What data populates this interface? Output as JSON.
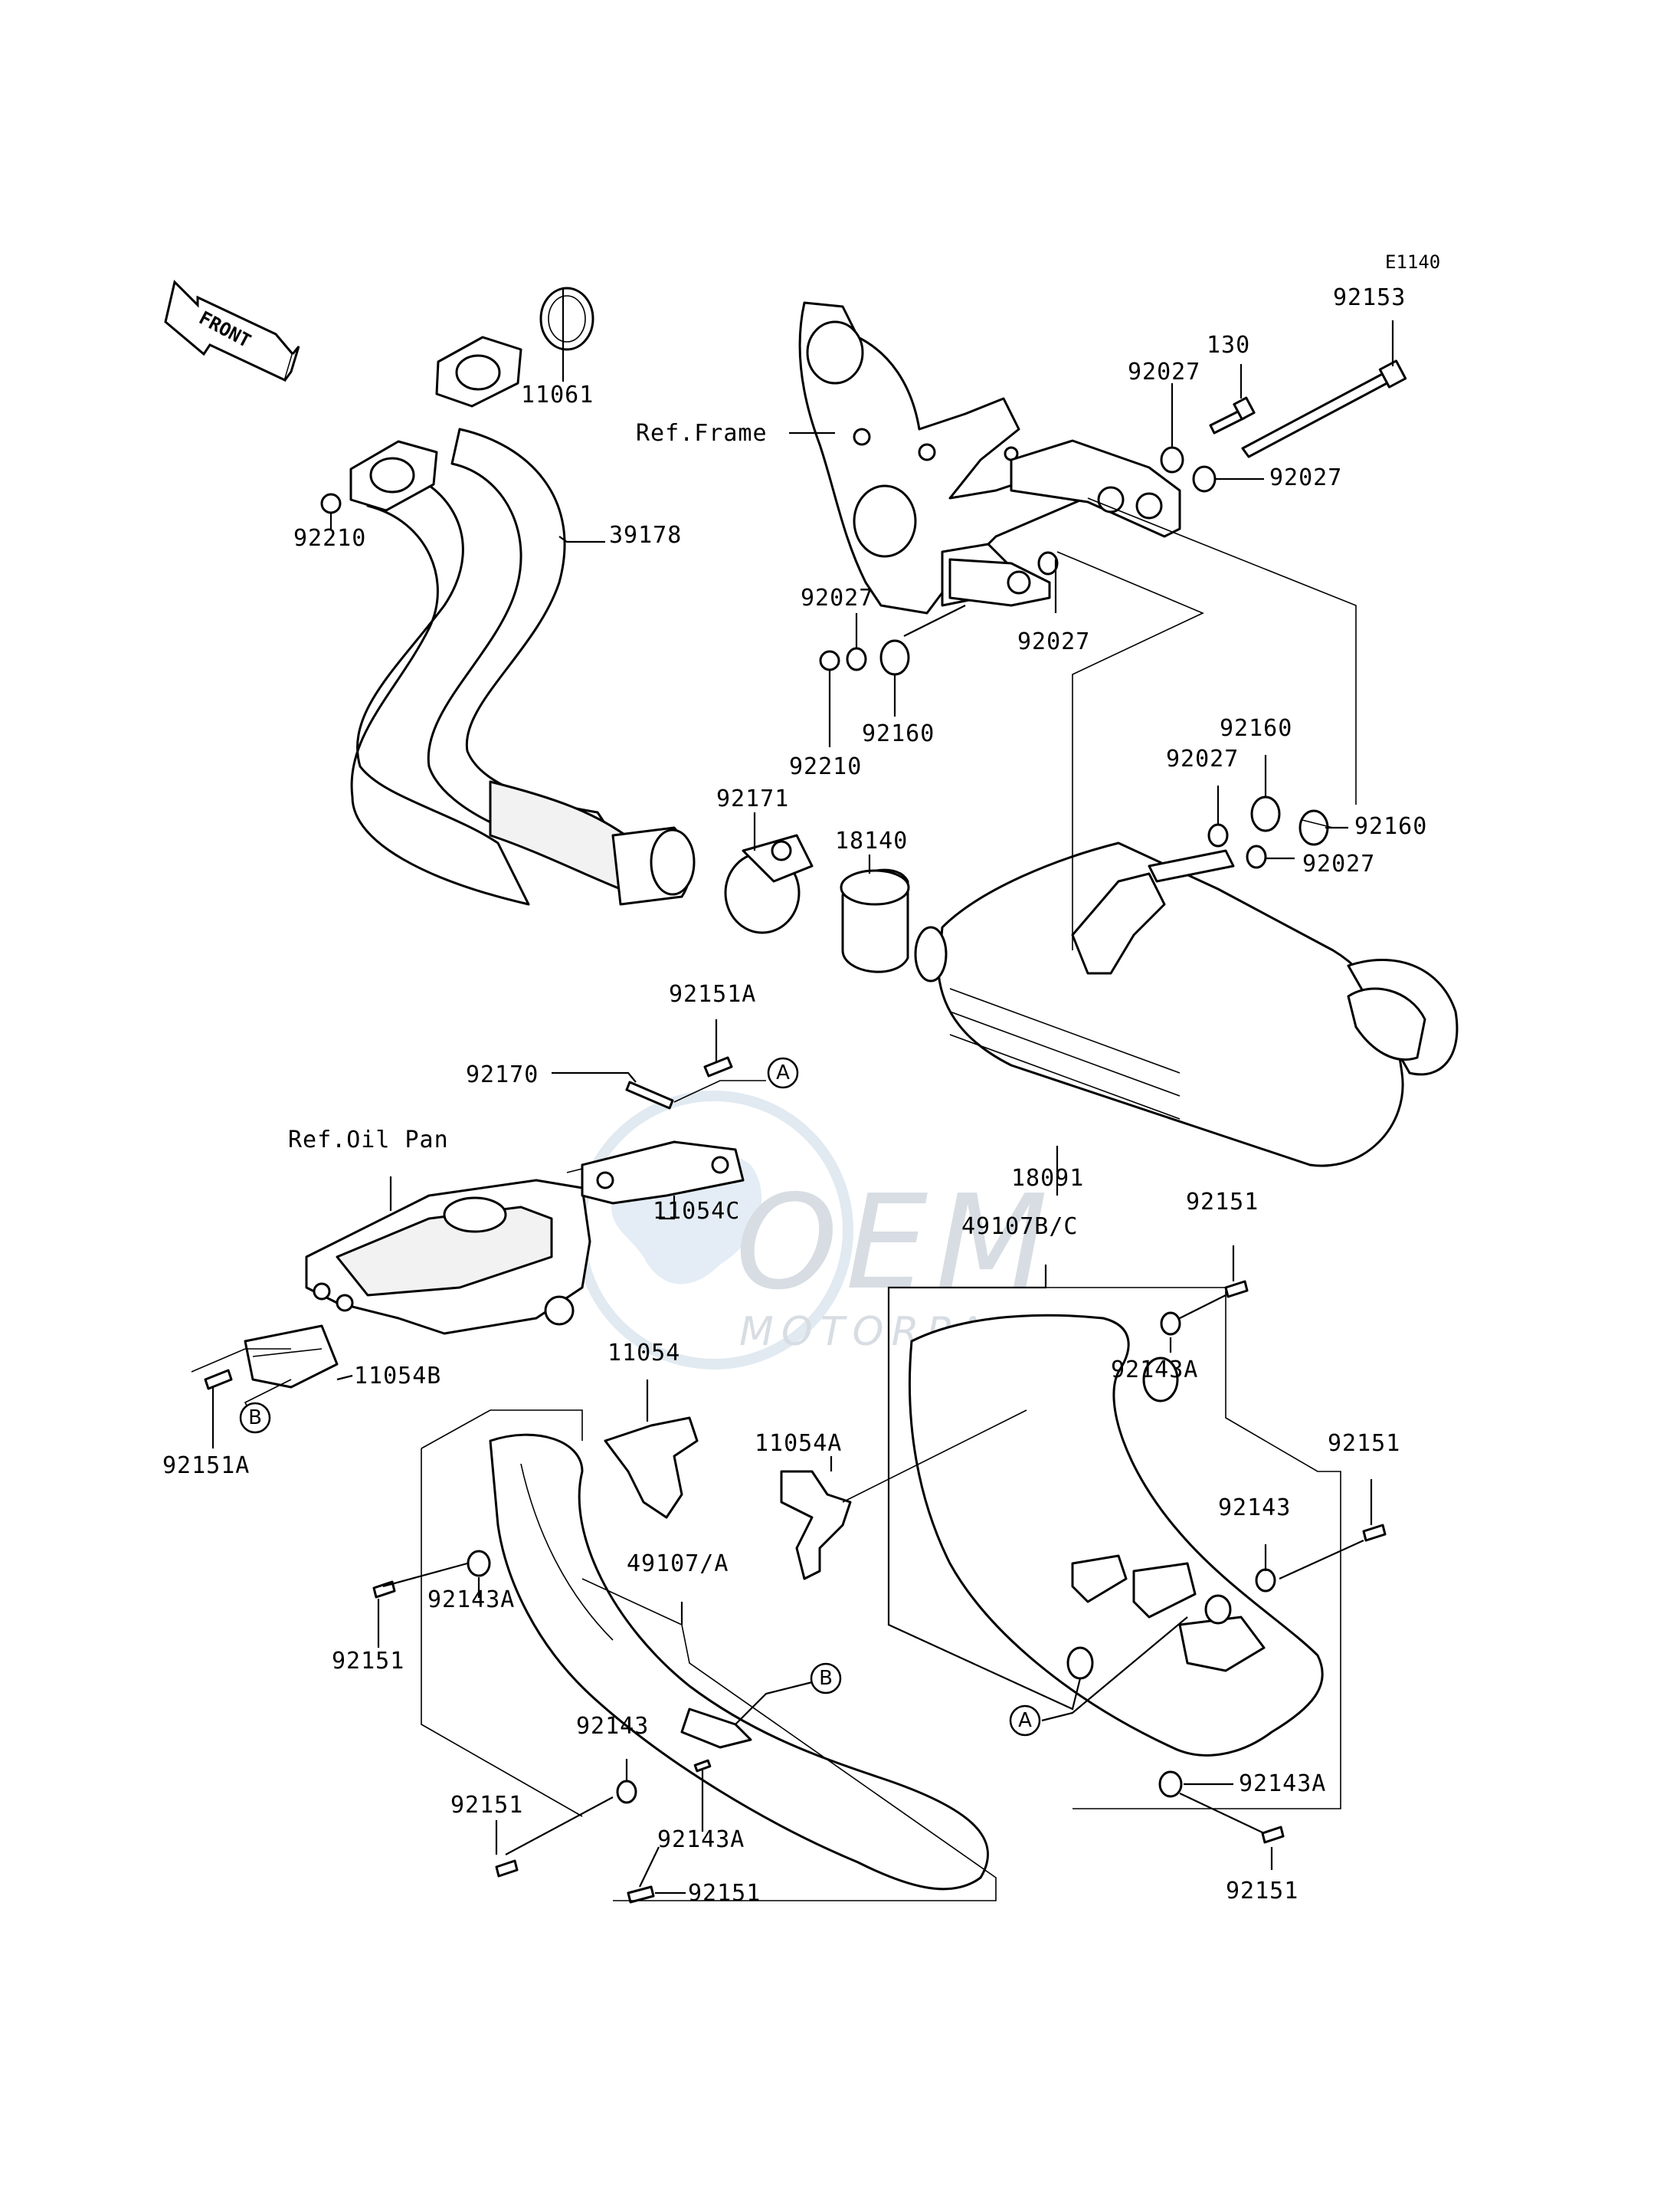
{
  "diagram_code": "E1140",
  "front_label": "FRONT",
  "watermark": {
    "brand": "OEM",
    "sub": "MOTORPARTS"
  },
  "refs": {
    "frame": "Ref.Frame",
    "oil_pan": "Ref.Oil Pan"
  },
  "markers": {
    "a": "A",
    "b": "B"
  },
  "labels": {
    "p11061": "11061",
    "p39178": "39178",
    "p92210_top": "92210",
    "p92153": "92153",
    "p130": "130",
    "p92027_top": "92027",
    "p92027_right": "92027",
    "p92027_left": "92027",
    "p92027_mid": "92027",
    "p92160_left": "92160",
    "p92210_mid": "92210",
    "p92160_top": "92160",
    "p92027_r2": "92027",
    "p92160_right": "92160",
    "p92027_r3": "92027",
    "p92171": "92171",
    "p18140": "18140",
    "p92151A_top": "92151A",
    "p92170": "92170",
    "p11054C": "11054C",
    "p18091": "18091",
    "p49107BC": "49107B/C",
    "p92151_r1": "92151",
    "p11054B": "11054B",
    "p92151A_bottom": "92151A",
    "p11054": "11054",
    "p11054A": "11054A",
    "p92143A_r": "92143A",
    "p92151_r2": "92151",
    "p92143_r": "92143",
    "p92143A_l": "92143A",
    "p49107A": "49107/A",
    "p92151_l1": "92151",
    "p92143_l": "92143",
    "p92151_l2": "92151",
    "p92143A_bl": "92143A",
    "p92151_bl": "92151",
    "p92143A_br": "92143A",
    "p92151_br": "92151"
  }
}
